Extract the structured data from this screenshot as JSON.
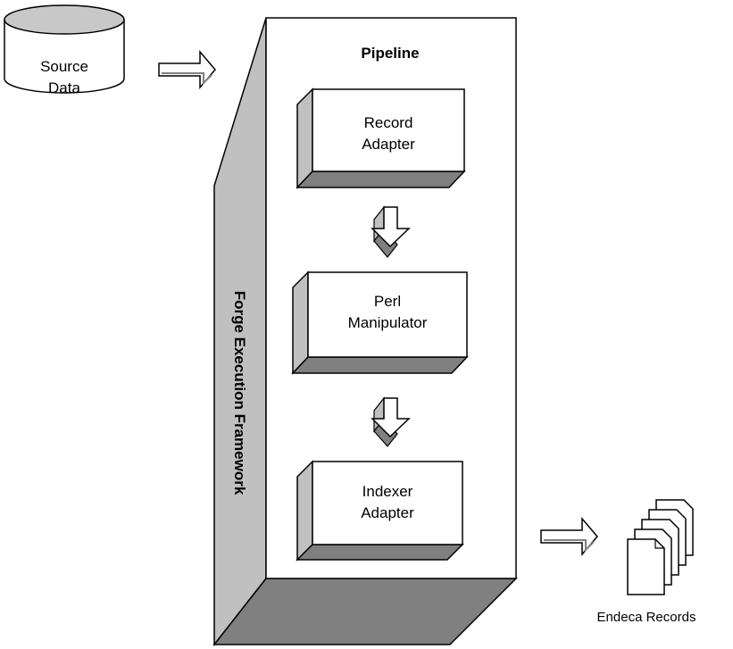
{
  "source": {
    "line1": "Source",
    "line2": "Data"
  },
  "pipeline": {
    "title": "Pipeline"
  },
  "framework": {
    "label": "Forge Execution Framework"
  },
  "stages": [
    {
      "line1": "Record",
      "line2": "Adapter"
    },
    {
      "line1": "Perl",
      "line2": "Manipulator"
    },
    {
      "line1": "Indexer",
      "line2": "Adapter"
    }
  ],
  "output": {
    "label": "Endeca Records"
  },
  "colors": {
    "side": "#c0c0c0",
    "bottom": "#808080",
    "face": "#ffffff",
    "stroke": "#000000"
  }
}
